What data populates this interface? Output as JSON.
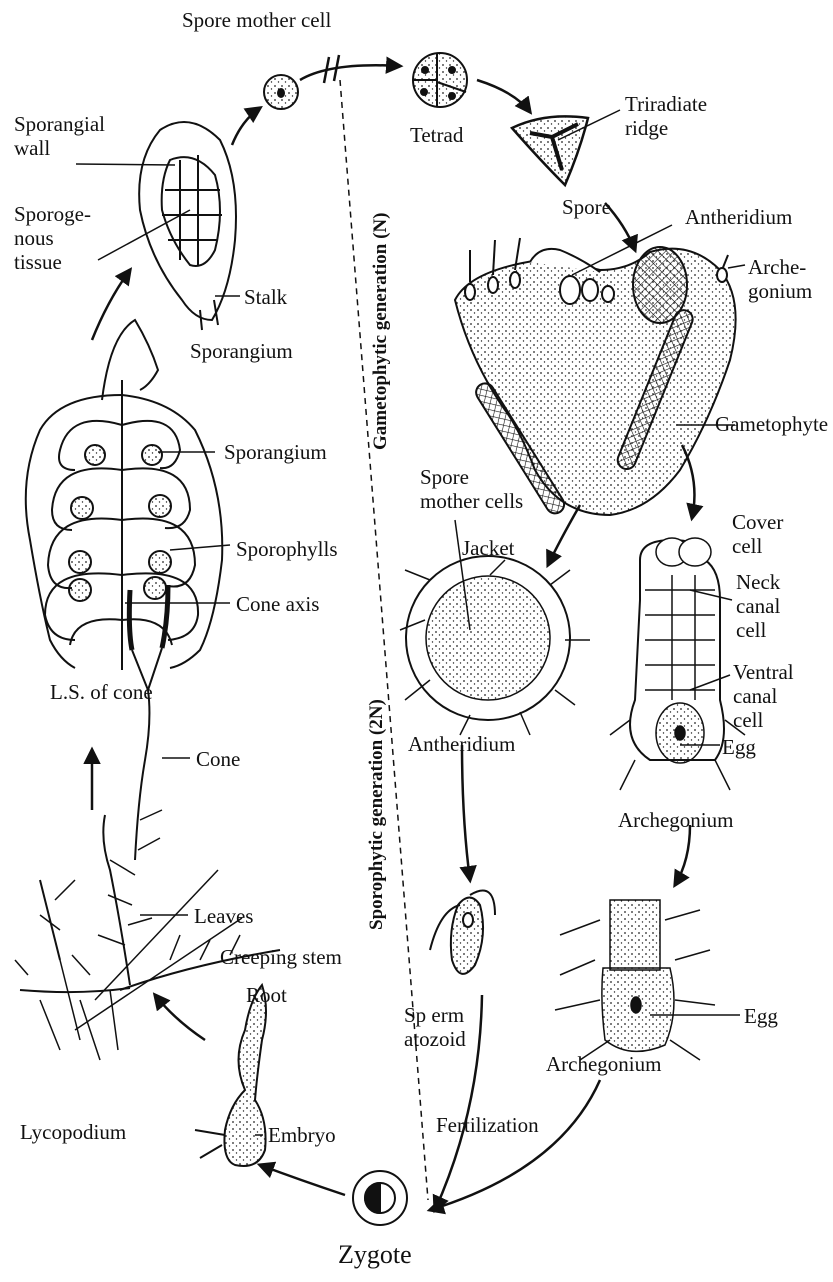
{
  "labels": {
    "spore_mother_cell": "Spore mother cell",
    "tetrad": "Tetrad",
    "triradiate_ridge": [
      "Triradiate",
      "ridge"
    ],
    "spore": "Spore",
    "sporangial_wall": [
      "Sporangial",
      "wall"
    ],
    "sporogenous_tissue": [
      "Sporoge-",
      "nous",
      "tissue"
    ],
    "stalk": "Stalk",
    "sporangium_upper": "Sporangium",
    "sporangium_cone": "Sporangium",
    "sporophylls": "Sporophylls",
    "cone_axis": "Cone axis",
    "ls_of_cone": "L.S. of cone",
    "cone": "Cone",
    "leaves": "Leaves",
    "creeping_stem": "Creeping stem",
    "root": "Root",
    "lycopodium": "Lycopodium",
    "embryo": "Embryo",
    "zygote": "Zygote",
    "antheridium_gametophyte": "Antheridium",
    "archegonium_gametophyte": [
      "Arche-",
      "gonium"
    ],
    "gametophyte": "Gametophyte",
    "spore_mother_cells": [
      "Spore",
      "mother cells"
    ],
    "jacket": "Jacket",
    "antheridium_section": "Antheridium",
    "cover_cell": [
      "Cover",
      "cell"
    ],
    "neck_canal_cell": [
      "Neck",
      "canal",
      "cell"
    ],
    "ventral_canal_cell": [
      "Ventral",
      "canal",
      "cell"
    ],
    "egg_upper": "Egg",
    "archegonium_section": "Archegonium",
    "spermatozoid": [
      "Sp erm",
      "atozoid"
    ],
    "egg_lower": "Egg",
    "archegonium_fertilization": "Archegonium",
    "fertilization": "Fertilization",
    "gametophytic_generation": "Gametophytic generation (N)",
    "sporophytic_generation": "Sporophytic generation (2N)"
  }
}
